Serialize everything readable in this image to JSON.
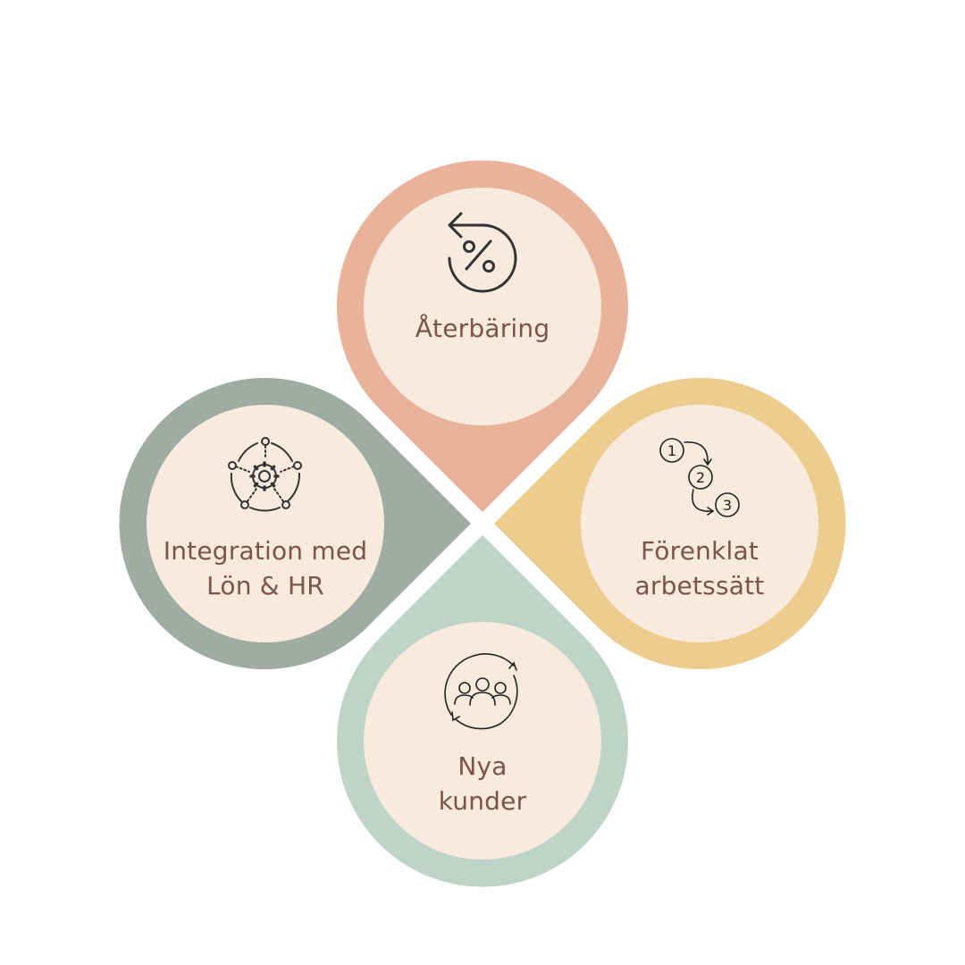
{
  "colors": {
    "background": "#ffffff",
    "inner_circle": "#f8eadc",
    "text": "#7a5548",
    "icon": "#333333"
  },
  "petals": [
    {
      "id": "top",
      "color": "#e8b29b",
      "icon": "percent-refund-icon",
      "lines": [
        "Återbäring"
      ]
    },
    {
      "id": "right",
      "color": "#edcd8f",
      "icon": "numbered-steps-icon",
      "lines": [
        "Förenklat",
        "arbetssätt"
      ]
    },
    {
      "id": "bottom",
      "color": "#bfd4c8",
      "icon": "customer-cycle-icon",
      "lines": [
        "Nya",
        "kunder"
      ]
    },
    {
      "id": "left",
      "color": "#9eaca3",
      "icon": "gear-network-icon",
      "lines": [
        "Integration med",
        "Lön & HR"
      ]
    }
  ]
}
